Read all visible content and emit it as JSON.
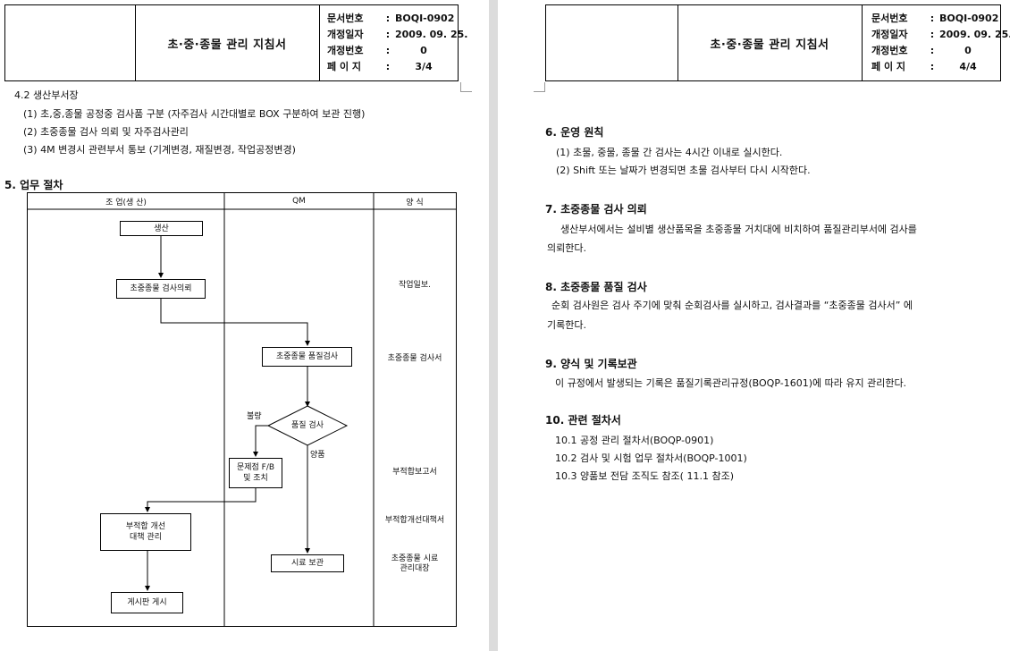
{
  "header": {
    "title": "초·중·종물 관리 지침서",
    "meta": [
      {
        "label": "문서번호",
        "value": "BOQI-0902"
      },
      {
        "label": "개정일자",
        "value": "2009. 09. 25."
      },
      {
        "label": "개정번호",
        "value": "0"
      },
      {
        "label": "페 이 지",
        "value_p1": "3/4",
        "value_p2": "4/4"
      }
    ]
  },
  "page1": {
    "s42_title": "4.2 생산부서장",
    "s42_items": [
      "(1) 초,중,종물 공정중 검사품 구분 (자주검사 시간대별로 BOX 구분하여 보관 진행)",
      "(2) 초중종물 검사 의뢰 및 자주검사관리",
      "(3) 4M 변경시 관련부서 통보 (기계변경, 재질변경, 작업공정변경)"
    ],
    "s5_title": "5. 업무 절차",
    "flow": {
      "col_headers": [
        "조 업(생 산)",
        "QM",
        "양 식"
      ],
      "boxes": {
        "production": "생산",
        "request": "초중종물 검사의뢰",
        "inspection": "초중종물 품질검사",
        "decision": "품질 검사",
        "feedback_1": "문제점 F/B",
        "feedback_2": "및 조치",
        "improve_1": "부적합 개선",
        "improve_2": "대책 관리",
        "board": "게시판 게시",
        "sample": "시료 보관"
      },
      "labels": {
        "fail": "불량",
        "pass": "양품"
      },
      "forms": {
        "work_log": "작업일보.",
        "inspection_sheet": "초중종물 검사서",
        "nc_report": "부적합보고서",
        "nc_plan": "부적합개선대책서",
        "sample_ledger_1": "초중종물 시료",
        "sample_ledger_2": "관리대장"
      }
    }
  },
  "page2": {
    "s6_title": "6. 운영 원칙",
    "s6_items": [
      "(1) 초물, 중물, 종물 간 검사는 4시간 이내로 실시한다.",
      "(2) Shift 또는 날짜가 변경되면 초물 검사부터 다시 시작한다."
    ],
    "s7_title": "7. 초중종물 검사 의뢰",
    "s7_line1": "생산부서에서는 설비별 생산품목을 초중종물 거치대에 비치하여 품질관리부서에 검사를",
    "s7_line2": "의뢰한다.",
    "s8_title": "8. 초중종물 품질 검사",
    "s8_line1": "순회 검사원은 검사 주기에 맞춰 순회검사를 실시하고, 검사결과를 “초중종물 검사서” 에",
    "s8_line2": "기록한다.",
    "s9_title": "9. 양식 및 기록보관",
    "s9_line1": "이 규정에서 발생되는 기록은 품질기록관리규정(BOQP-1601)에 따라 유지 관리한다.",
    "s10_title": "10. 관련 절차서",
    "s10_items": [
      "10.1 공정 관리 절차서(BOQP-0901)",
      "10.2 검사 및 시험 업무 절차서(BOQP-1001)",
      "10.3 양품보 전담 조직도 참조( 11.1 참조)"
    ]
  }
}
